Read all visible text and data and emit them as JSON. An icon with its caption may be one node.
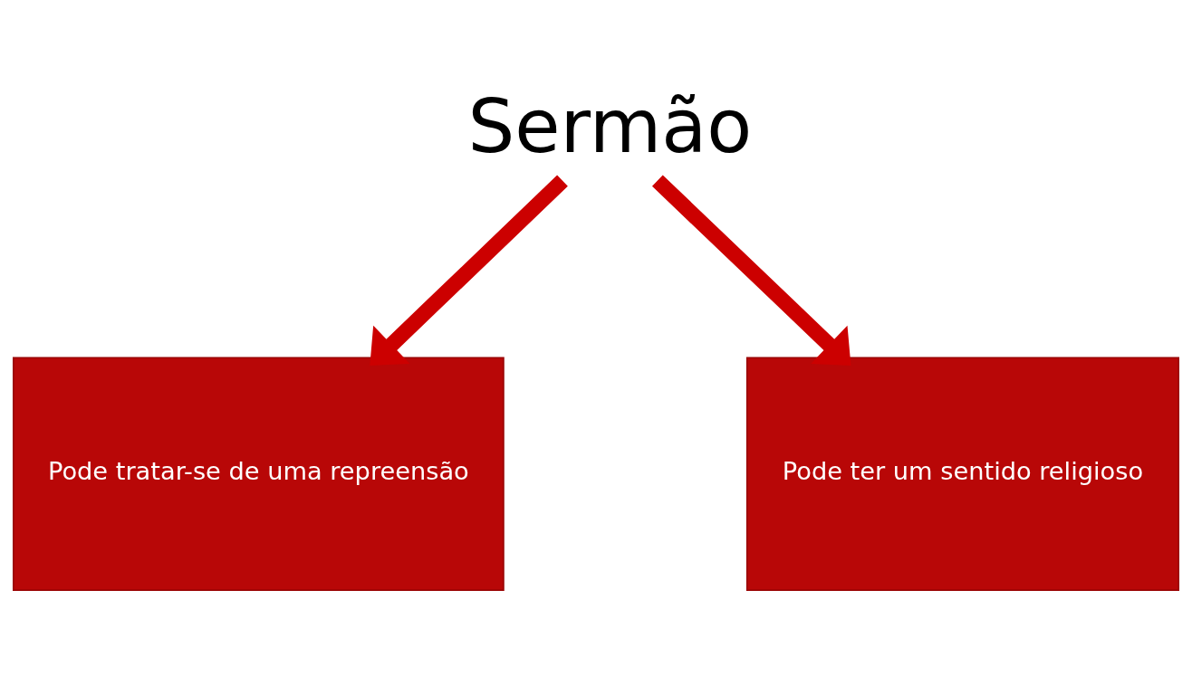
{
  "diagram": {
    "nodes": [
      {
        "text": [
          "Sermão"
        ]
      },
      {
        "text": [
          "Pode tratar-se de uma repreensão"
        ]
      },
      {
        "text": [
          "Pode ter um sentido religioso"
        ]
      }
    ],
    "edges": [
      {
        "from": 0,
        "to": 1,
        "arrow": "to"
      },
      {
        "from": 0,
        "to": 2,
        "arrow": "to"
      }
    ]
  }
}
